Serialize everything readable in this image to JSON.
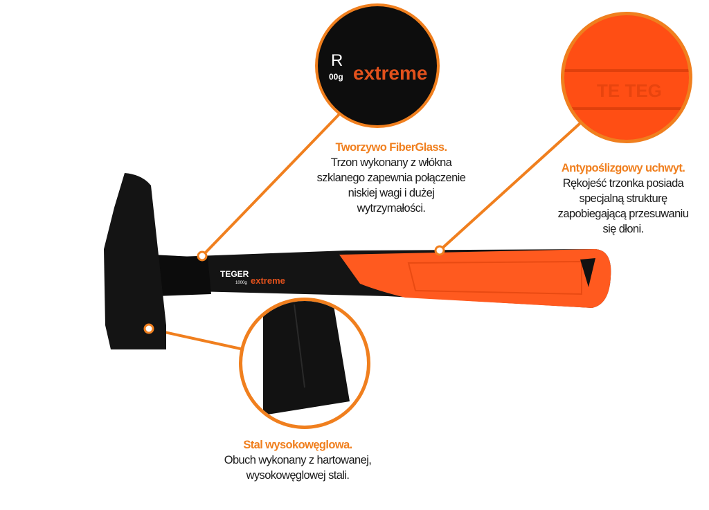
{
  "colors": {
    "accent": "#f07f1e",
    "handle_orange": "#ff5a1f",
    "dark": "#111111"
  },
  "product": {
    "brand": "TEGER",
    "weight": "1000g",
    "line": "extreme"
  },
  "zoom_top": {
    "brand_fragment": "R",
    "weight_fragment": "00g",
    "line": "extreme"
  },
  "zoom_right": {
    "brand_fragment": "TE TEG"
  },
  "callouts": [
    {
      "title": "Tworzywo FiberGlass.",
      "lines": [
        "Trzon wykonany z włókna",
        "szklanego zapewnia połączenie",
        "niskiej wagi i dużej",
        "wytrzymałości."
      ]
    },
    {
      "title": "Antypoślizgowy uchwyt.",
      "lines": [
        "Rękojeść trzonka posiada",
        "specjalną strukturę",
        "zapobiegającą przesuwaniu",
        "się dłoni."
      ]
    },
    {
      "title": "Stal wysokowęglowa.",
      "lines": [
        "Obuch wykonany z hartowanej,",
        "wysokowęglowej stali."
      ]
    }
  ]
}
